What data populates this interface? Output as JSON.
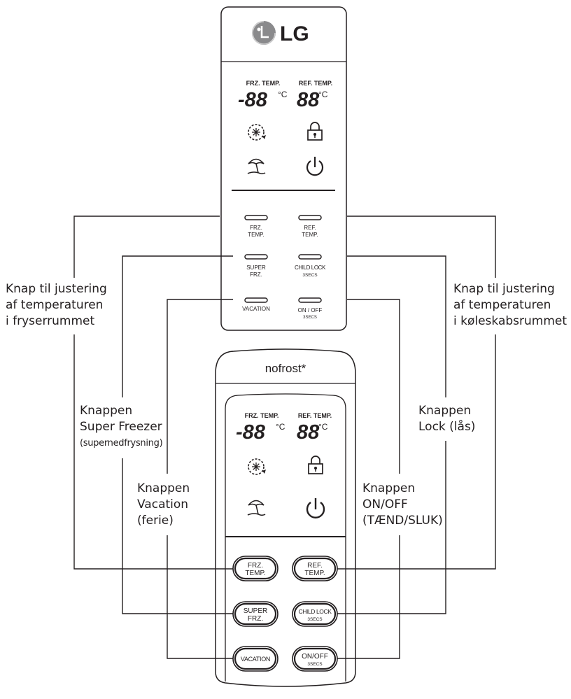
{
  "upper_panel": {
    "brand": "LG",
    "display": {
      "frz_temp_label": "FRZ. TEMP.",
      "frz_temp_value": "-88",
      "ref_temp_label": "REF. TEMP.",
      "ref_temp_value": "88",
      "unit": "°C"
    },
    "buttons": {
      "frz_temp": [
        "FRZ.",
        "TEMP."
      ],
      "ref_temp": [
        "REF.",
        "TEMP."
      ],
      "super_frz": [
        "SUPER",
        "FRZ."
      ],
      "child_lock": [
        "CHILD LOCK",
        "3SECS"
      ],
      "vacation": [
        "VACATION"
      ],
      "on_off": [
        "ON / OFF",
        "3SECS"
      ]
    }
  },
  "lower_panel": {
    "brand": "nofrost*",
    "display": {
      "frz_temp_label": "FRZ. TEMP.",
      "frz_temp_value": "-88",
      "ref_temp_label": "REF. TEMP.",
      "ref_temp_value": "88",
      "unit": "°C"
    },
    "buttons": {
      "frz_temp": [
        "FRZ.",
        "TEMP."
      ],
      "ref_temp": [
        "REF.",
        "TEMP."
      ],
      "super_frz": [
        "SUPER",
        "FRZ."
      ],
      "child_lock": [
        "CHILD LOCK",
        "3SECS"
      ],
      "vacation": [
        "VACATION"
      ],
      "on_off": [
        "ON/OFF",
        "3SECS"
      ]
    }
  },
  "icons": [
    "super-freezer-icon",
    "lock-icon",
    "vacation-umbrella-icon",
    "power-icon"
  ],
  "callouts": {
    "freezer_temp": [
      "Knap til justering",
      "af temperaturen",
      "i fryserrummet"
    ],
    "fridge_temp": [
      "Knap til justering",
      "af temperaturen",
      "i køleskabsrummet"
    ],
    "super_freezer": [
      "Knappen",
      "Super Freezer",
      "(supernedfrysning)"
    ],
    "lock": [
      "Knappen",
      "Lock (lås)"
    ],
    "vacation": [
      "Knappen",
      "Vacation",
      "(ferie)"
    ],
    "on_off": [
      "Knappen",
      "ON/OFF",
      "(TÆND/SLUK)"
    ]
  }
}
